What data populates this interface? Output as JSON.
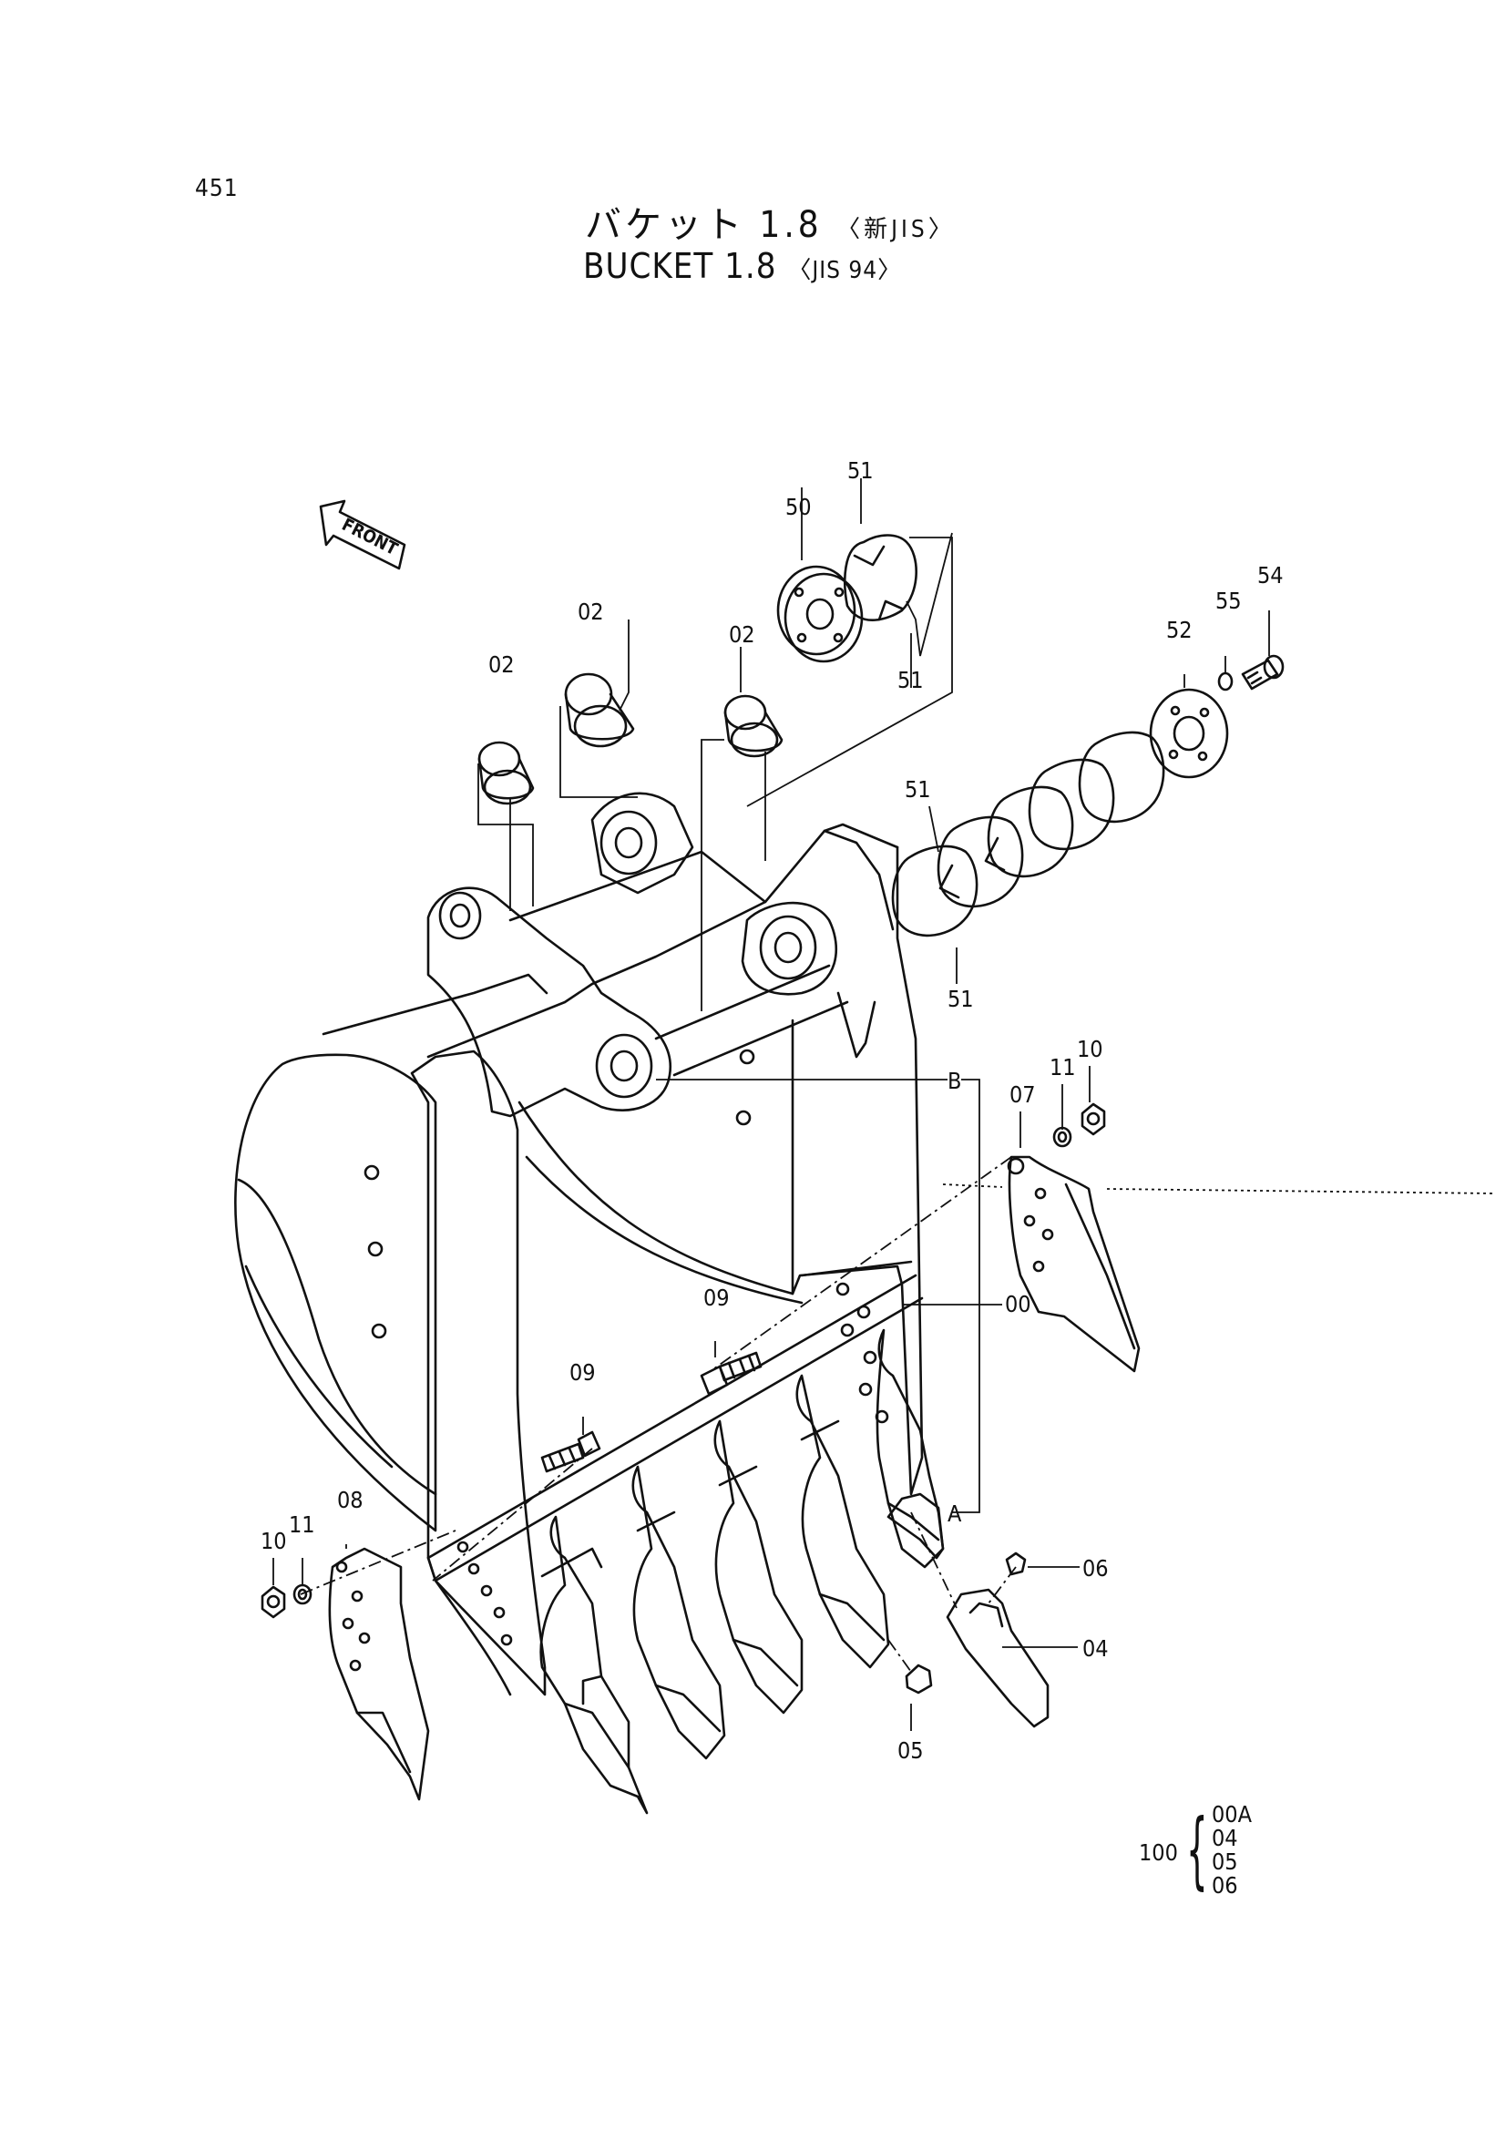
{
  "page_number": "451",
  "title": {
    "jp_main": "バケット 1.8",
    "jp_sub": "〈新JIS〉",
    "en_main": "BUCKET  1.8",
    "en_sub": "〈JIS 94〉"
  },
  "front_arrow_label": "FRONT",
  "callouts": {
    "c50": "50",
    "c51a": "51",
    "c51b": "51",
    "c51c": "51",
    "c51d": "51",
    "c02a": "02",
    "c02b": "02",
    "c02c": "02",
    "c52": "52",
    "c55": "55",
    "c54": "54",
    "c10a": "10",
    "c11a": "11",
    "c07": "07",
    "cB": "B",
    "c00": "00",
    "c09a": "09",
    "c09b": "09",
    "cA": "A",
    "c06": "06",
    "c04": "04",
    "c05": "05",
    "c08": "08",
    "c10b": "10",
    "c11b": "11"
  },
  "kit": {
    "number": "100",
    "items": [
      "00A",
      "04",
      "05",
      "06"
    ]
  }
}
